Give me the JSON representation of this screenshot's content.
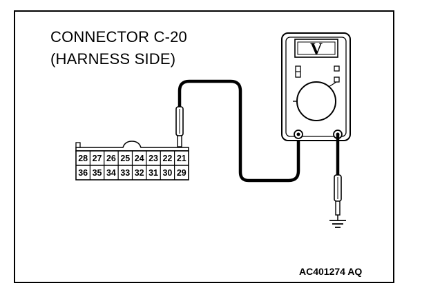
{
  "labels": {
    "connector_title": "CONNECTOR C-20",
    "connector_subtitle": "(HARNESS SIDE)",
    "reference_code": "AC401274 AQ"
  },
  "connector": {
    "top_row": [
      "28",
      "27",
      "26",
      "25",
      "24",
      "23",
      "22",
      "21"
    ],
    "bottom_row": [
      "36",
      "35",
      "34",
      "33",
      "32",
      "31",
      "30",
      "29"
    ]
  },
  "multimeter": {
    "display_symbol": "V"
  },
  "icons": [
    "multimeter-icon",
    "test-probe-icon",
    "ground-symbol-icon",
    "harness-connector-icon"
  ]
}
